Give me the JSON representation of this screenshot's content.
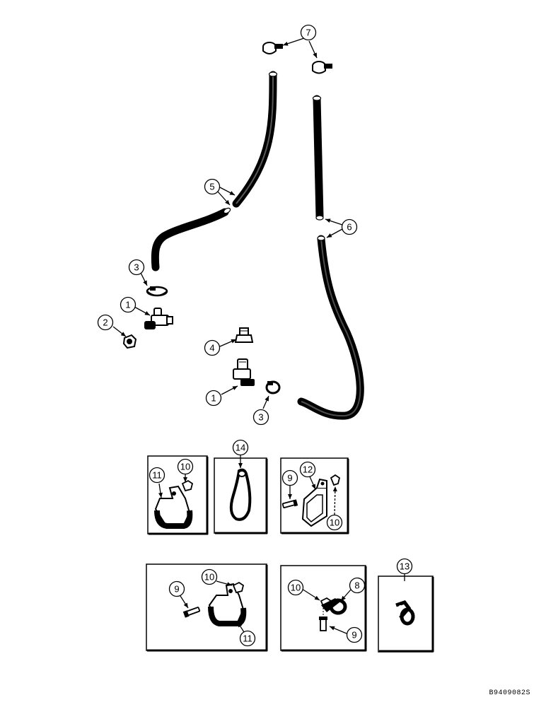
{
  "figure_code": "B9409082S",
  "callouts": {
    "c1a": "1",
    "c1b": "1",
    "c2": "2",
    "c3a": "3",
    "c3b": "3",
    "c4": "4",
    "c5": "5",
    "c6": "6",
    "c7": "7",
    "c8": "8",
    "c9a": "9",
    "c9b": "9",
    "c9c": "9",
    "c10a": "10",
    "c10b": "10",
    "c10c": "10",
    "c10d": "10",
    "c11a": "11",
    "c11b": "11",
    "c12": "12",
    "c13": "13",
    "c14": "14"
  }
}
